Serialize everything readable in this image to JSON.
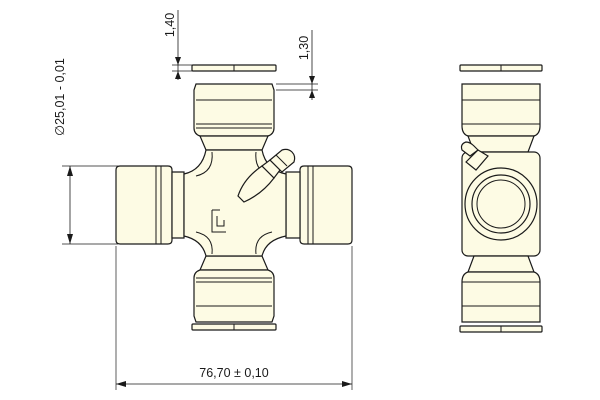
{
  "dimensions": {
    "width_text": "76,70 ± 0,10",
    "diameter_text": "∅25,01 - 0,01",
    "top_thickness_text": "1,40",
    "lip_text": "1,30"
  },
  "colors": {
    "part_fill": "#fdfbe4",
    "line": "#1a1a1a"
  },
  "icons": {
    "logo": "brand-logo-icon",
    "grease_fitting": "grease-fitting-icon"
  }
}
